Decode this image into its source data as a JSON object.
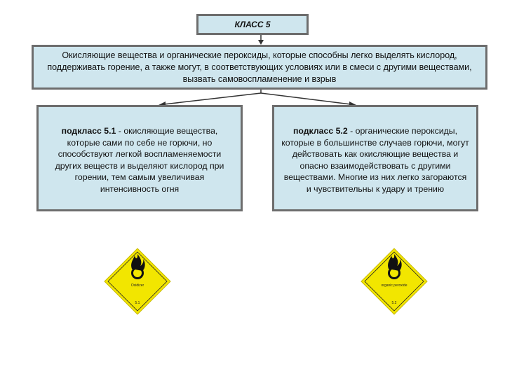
{
  "class_title": "КЛАСС 5",
  "class_description": "Окисляющие вещества и органические пероксиды, которые способны легко выделять кислород, поддерживать горение, а также могут, в соответствующих условиях или в смеси с другими веществами, вызвать самовоспламенение и взрыв",
  "subclasses": [
    {
      "heading": "подкласс 5.1",
      "text": " - окисляющие вещества, которые сами по себе не горючи, но способствуют легкой воспламеняемости других веществ и выделяют кислород при горении, тем самым увеличивая интенсивность огня",
      "sign_label": "Oxidizer",
      "sign_number": "5.1"
    },
    {
      "heading": "подкласс 5.2",
      "text": " - органические пероксиды, которые в большинстве случаев горючи, могут действовать как окисляющие вещества и опасно взаимодействовать с другими веществами. Многие из них легко загораются и чувствительны к удару и трению",
      "sign_label": "organic peroxide",
      "sign_number": "5.2"
    }
  ],
  "colors": {
    "box_fill": "#cfe6ee",
    "box_border": "#6d6d6d",
    "sign_fill": "#f2e600"
  }
}
